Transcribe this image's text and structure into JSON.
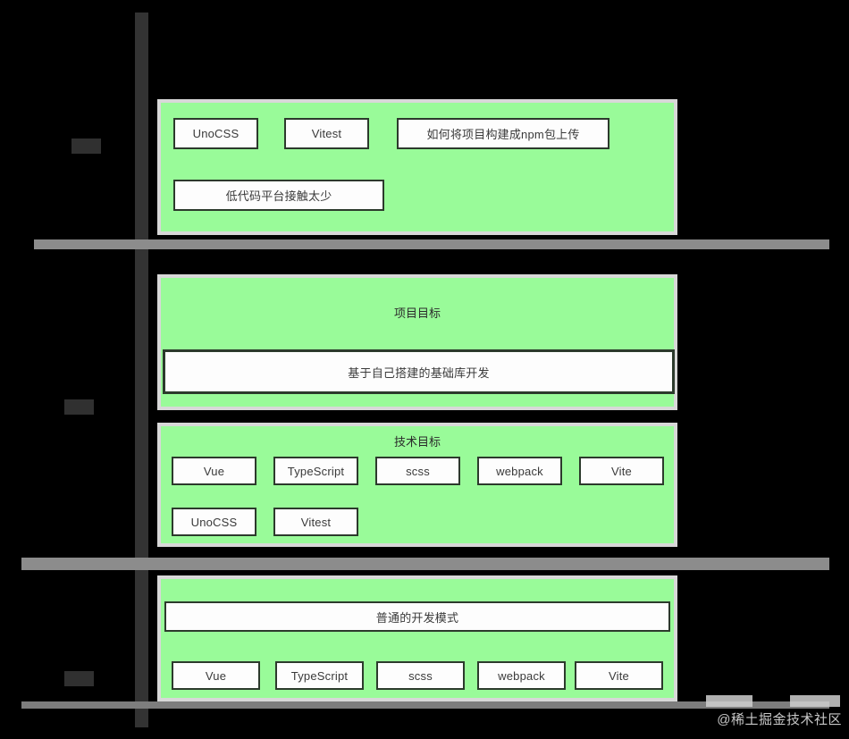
{
  "canvas": {
    "background_color": "#000000",
    "panel_fill_color": "#99fb99",
    "panel_border_color": "#d8d8d8",
    "node_fill_color": "#fdfdfd",
    "node_border_color": "#2c3a2c",
    "divider_color": "#8c8c8c",
    "rail_color": "#333333",
    "marker_color": "#303030"
  },
  "rows": [
    {
      "marker_label": "",
      "panel": {
        "title": "",
        "nodes": [
          {
            "label": "UnoCSS"
          },
          {
            "label": "Vitest"
          },
          {
            "label": "如何将项目构建成npm包上传"
          },
          {
            "label": "低代码平台接触太少"
          }
        ]
      }
    },
    {
      "marker_label": "",
      "panel": {
        "title": "项目目标",
        "nodes": [
          {
            "label": "基于自己搭建的基础库开发"
          }
        ]
      },
      "panel2": {
        "title": "技术目标",
        "nodes": [
          {
            "label": "Vue"
          },
          {
            "label": "TypeScript"
          },
          {
            "label": "scss"
          },
          {
            "label": "webpack"
          },
          {
            "label": "Vite"
          },
          {
            "label": "UnoCSS"
          },
          {
            "label": "Vitest"
          }
        ]
      }
    },
    {
      "marker_label": "",
      "panel": {
        "title": "",
        "nodes": [
          {
            "label": "普通的开发模式"
          },
          {
            "label": "Vue"
          },
          {
            "label": "TypeScript"
          },
          {
            "label": "scss"
          },
          {
            "label": "webpack"
          },
          {
            "label": "Vite"
          }
        ]
      }
    }
  ],
  "watermark": {
    "text": "@稀土掘金技术社区"
  }
}
